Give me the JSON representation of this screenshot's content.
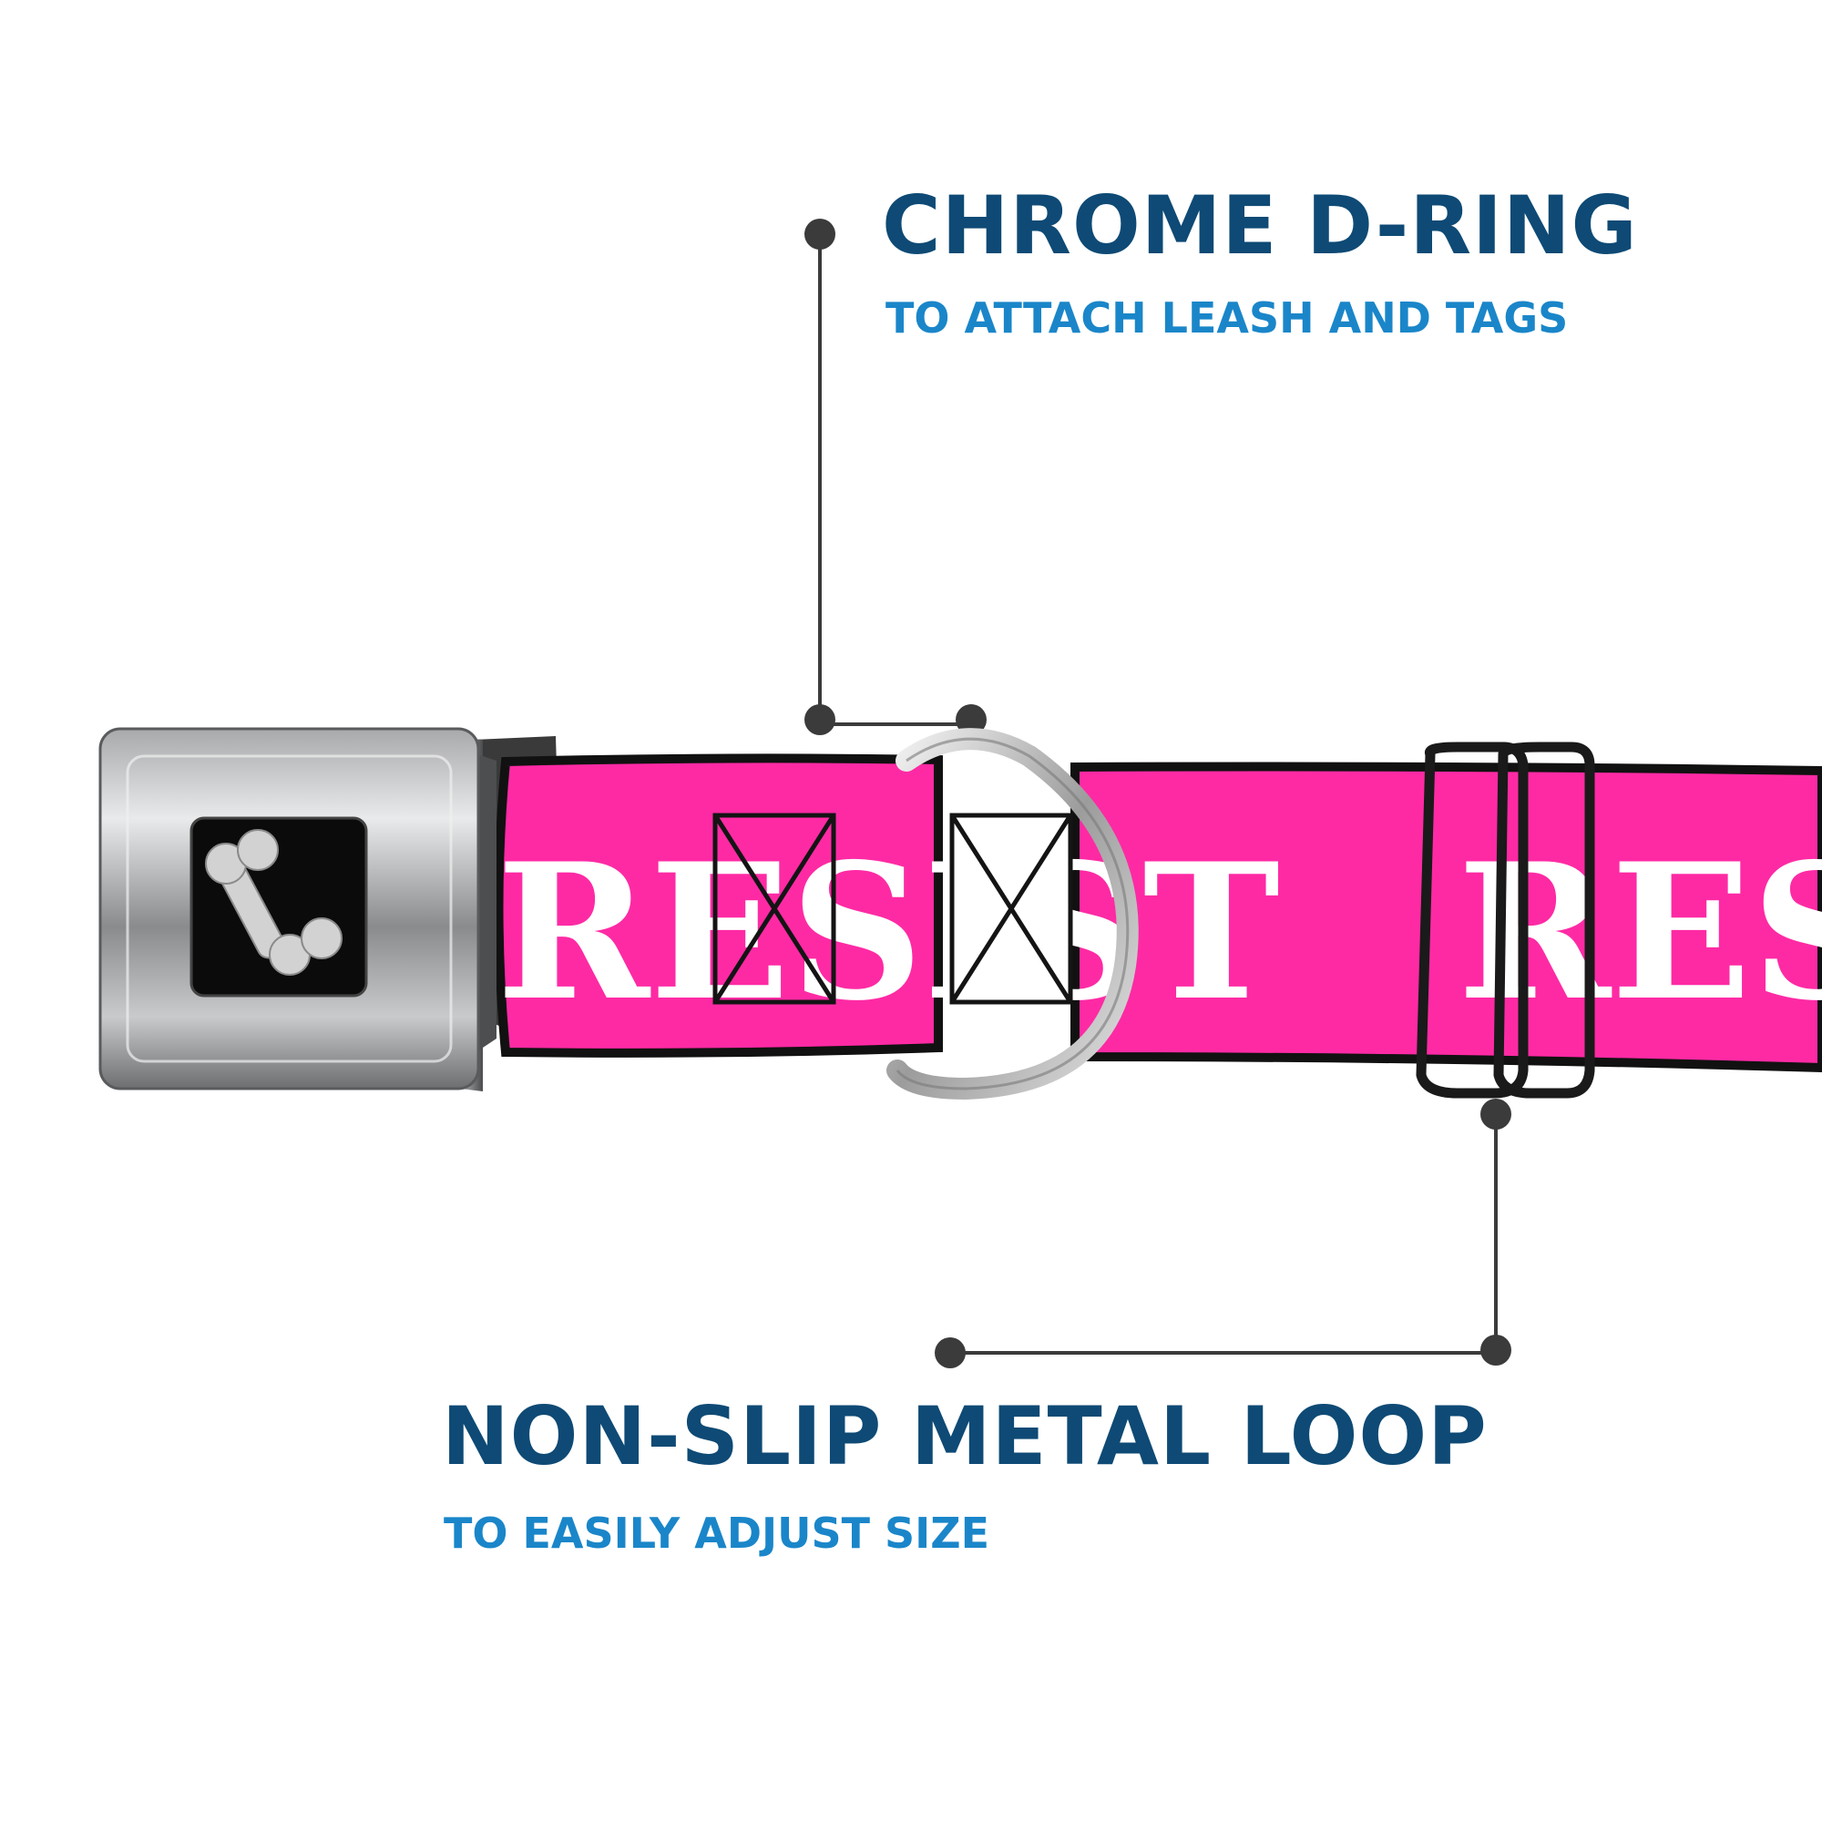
{
  "callouts": {
    "d_ring": {
      "title": "CHROME D-RING",
      "subtitle": "TO ATTACH LEASH AND TAGS"
    },
    "loop": {
      "title": "NON-SLIP METAL LOOP",
      "subtitle": "TO EASILY ADJUST SIZE"
    }
  },
  "strap": {
    "print_text": "RESIST",
    "color": "#fe2aa4",
    "print_color": "#ffffff"
  },
  "buckle": {
    "logo_icon": "bone-icon"
  },
  "colors": {
    "title": "#0e4a75",
    "subtitle": "#1a86c9",
    "leader_line": "#3b3b3b"
  }
}
